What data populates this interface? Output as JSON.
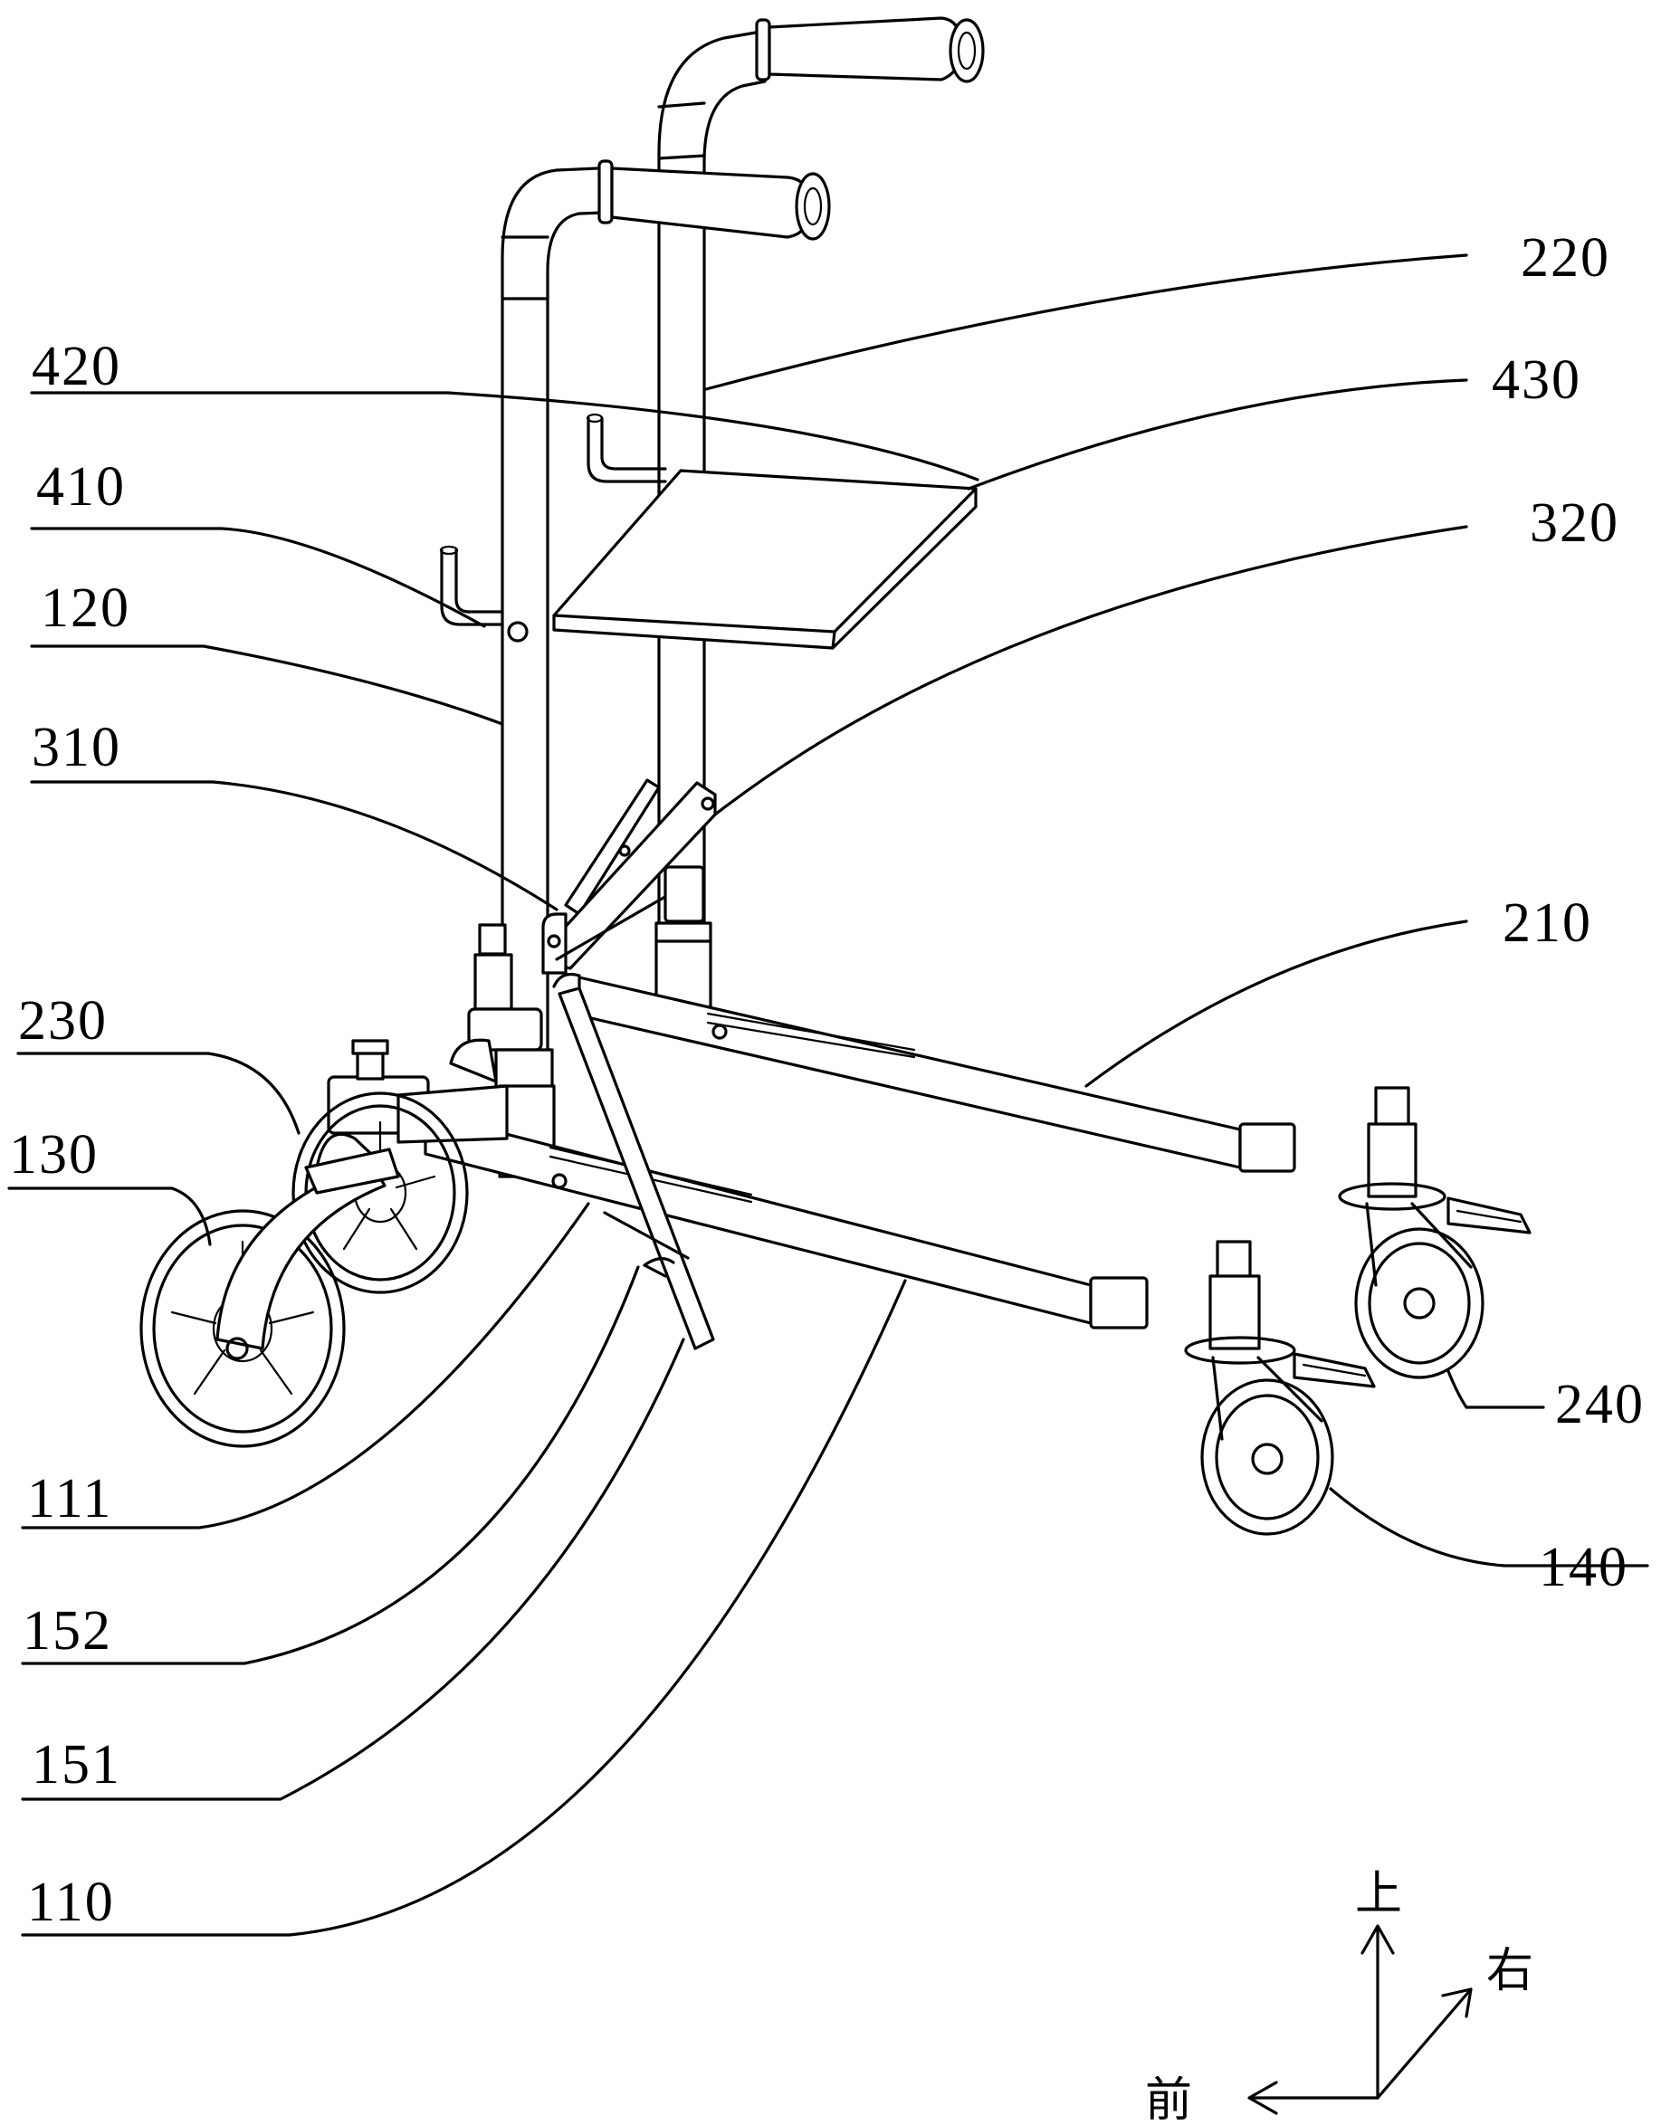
{
  "labels": {
    "l220": "220",
    "l420": "420",
    "l430": "430",
    "l410": "410",
    "l320": "320",
    "l120": "120",
    "l310": "310",
    "l210": "210",
    "l230": "230",
    "l130": "130",
    "l240": "240",
    "l111": "111",
    "l140": "140",
    "l152": "152",
    "l151": "151",
    "l110": "110"
  },
  "directions": {
    "up": "上",
    "right": "右",
    "front": "前"
  }
}
